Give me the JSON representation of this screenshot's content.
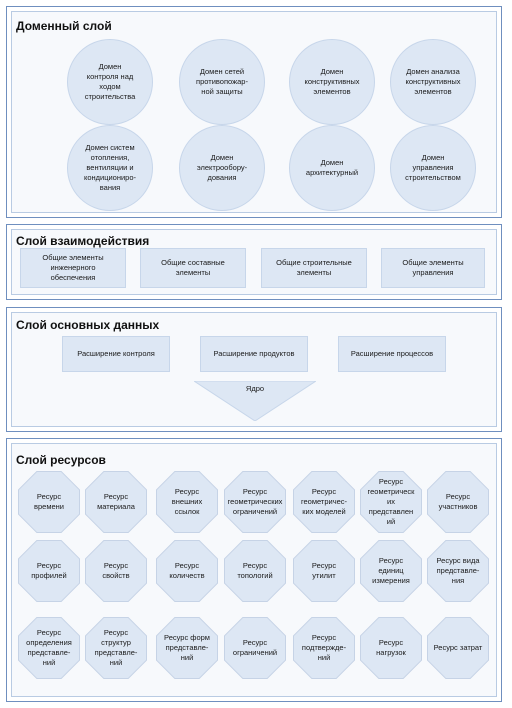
{
  "domain_layer": {
    "title": "Доменный слой",
    "items": [
      "Домен\nконтроля над\nходом\nстроительства",
      "Домен сетей\nпротивопожар-\nной защиты",
      "Домен\nконструктивных\nэлементов",
      "Домен анализа\nконструктивных\nэлементов",
      "Домен систем\nотопления,\nвентиляции и\nкондициониро-\nвания",
      "Домен\nэлектрообору-\nдования",
      "Домен\nархитектурный",
      "Домен\nуправления\nстроительством"
    ]
  },
  "interaction_layer": {
    "title": "Слой взаимодействия",
    "items": [
      "Общие элементы\nинженерного\nобеспечения",
      "Общие составные\nэлементы",
      "Общие строительные\nэлементы",
      "Общие элементы\nуправления"
    ]
  },
  "core_layer": {
    "title": "Слой основных данных",
    "items": [
      "Расширение контроля",
      "Расширение продуктов",
      "Расширение процессов"
    ],
    "core_label": "Ядро"
  },
  "resource_layer": {
    "title": "Слой ресурсов",
    "items": [
      "Ресурс\nвремени",
      "Ресурс\nматериала",
      "Ресурс\nвнешних\nссылок",
      "Ресурс\nгеометрических\nограничений",
      "Ресурс\nгеометричес-\nких моделей",
      "Ресурс\nгеометрическ\nих\nпредставлен\nий",
      "Ресурс\nучастников",
      "Ресурс\nпрофилей",
      "Ресурс\nсвойств",
      "Ресурс\nколичеств",
      "Ресурс\nтопологий",
      "Ресурс\nутилит",
      "Ресурс\nединиц\nизмерения",
      "Ресурс вида\nпредставле-\nния",
      "Ресурс\nопределения\nпредставле-\nний",
      "Ресурс\nструктур\nпредставле-\nний",
      "Ресурс форм\nпредставле-\nний",
      "Ресурс\nограничений",
      "Ресурс\nподтвержде-\nний",
      "Ресурс\nнагрузок",
      "Ресурс затрат"
    ]
  }
}
